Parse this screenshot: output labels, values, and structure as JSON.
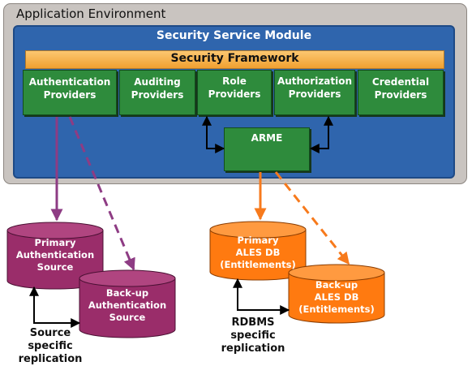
{
  "application_environment": {
    "title": "Application Environment"
  },
  "security_service_module": {
    "title": "Security Service Module"
  },
  "security_framework": {
    "title": "Security Framework"
  },
  "providers": [
    {
      "label": "Authentication\nProviders"
    },
    {
      "label": "Auditing\nProviders"
    },
    {
      "label": "Role\nProviders"
    },
    {
      "label": "Authorization\nProviders"
    },
    {
      "label": "Credential\nProviders"
    }
  ],
  "arme": {
    "label": "ARME"
  },
  "primary_auth_source": {
    "label": "Primary\nAuthentication\nSource"
  },
  "backup_auth_source": {
    "label": "Back-up\nAuthentication\nSource"
  },
  "primary_ales_db": {
    "label": "Primary\nALES DB\n(Entitlements)"
  },
  "backup_ales_db": {
    "label": "Back-up\nALES DB\n(Entitlements)"
  },
  "source_replication": {
    "label": "Source\nspecific\nreplication"
  },
  "rdbms_replication": {
    "label": "RDBMS\nspecific\nreplication"
  },
  "colors": {
    "application_environment": "#c9c4c0",
    "security_service_module": "#2f65ad",
    "security_framework": "#f5b040",
    "provider": "#2e8b3c",
    "authentication_source": "#9a2d6a",
    "ales_db": "#ff7a10",
    "authentication_connector": "#8e3c84",
    "ales_connector": "#f77a1c"
  }
}
